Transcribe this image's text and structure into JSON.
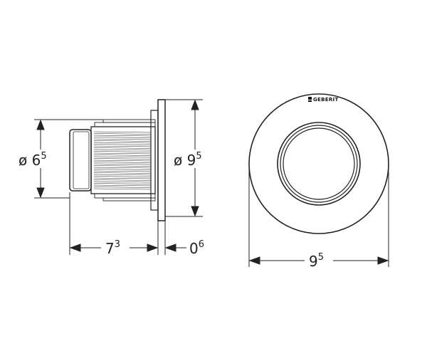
{
  "side_view": {
    "dia_65": {
      "prefix": "ø 6",
      "sup": "5"
    },
    "dia_95": {
      "prefix": "ø 9",
      "sup": "5"
    },
    "len_73": {
      "main": "7",
      "sup": "3"
    },
    "len_06": {
      "main": "0",
      "sup": "6"
    }
  },
  "front_view": {
    "brand": "GEBERIT",
    "width_95": {
      "main": "9",
      "sup": "5"
    }
  }
}
